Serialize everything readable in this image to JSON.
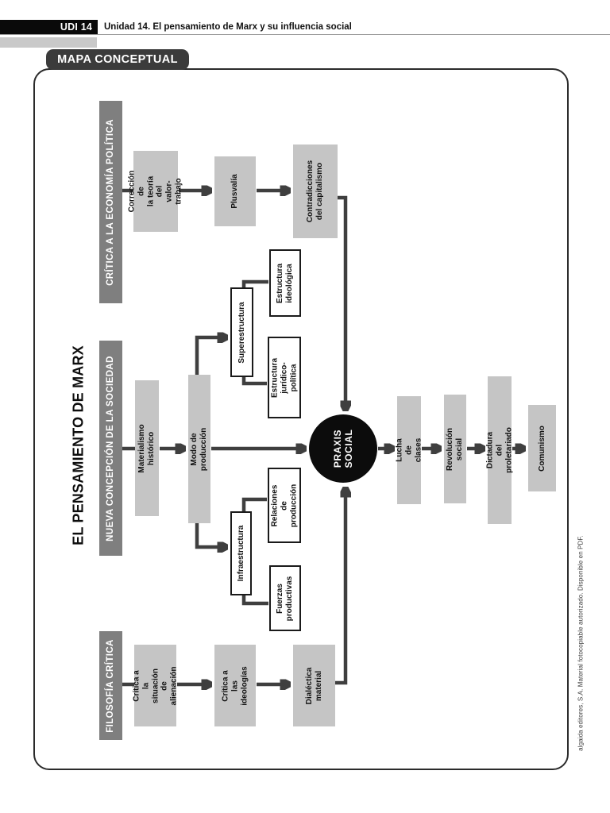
{
  "page": {
    "header": {
      "udi_label": "UDI 14",
      "title": "Unidad 14. El pensamiento de Marx y su influencia social"
    },
    "section_label": "MAPA CONCEPTUAL",
    "side_caption": "algaida editores, S.A. Material fotocopiable autorizado. Disponible en PDF."
  },
  "map": {
    "title": "EL PENSAMIENTO DE MARX",
    "headers": {
      "economia": "CRÍTICA A LA ECONOMÍA POLÍTICA",
      "sociedad": "NUEVA CONCEPCIÓN DE LA SOCIEDAD",
      "filosofia": "FILOSOFÍA CRÍTICA"
    },
    "nodes": {
      "correccion": "Corrección de\nla teoría del\nvalor-trabajo",
      "plusvalia": "Plusvalía",
      "contradicciones": "Contradicciones\ndel capitalismo",
      "materialismo": "Materialismo histórico",
      "modo": "Modo de producción",
      "superestructura": "Superestructura",
      "estructura_ideologica": "Estructura\nideológica",
      "estructura_juridico": "Estructura\njurídico-política",
      "infraestructura": "Infraestructura",
      "relaciones": "Relaciones de\nproducción",
      "fuerzas": "Fuerzas\nproductivas",
      "praxis": "PRAXIS\nSOCIAL",
      "lucha": "Lucha de clases",
      "revolucion": "Revolución social",
      "dictadura": "Dictadura del proletariado",
      "comunismo": "Comunismo",
      "critica_situacion": "Crítica a la\nsituación de\nalienación",
      "critica_ideologias": "Crítica a las\nideologías",
      "dialectica": "Dialéctica\nmaterial"
    },
    "colors": {
      "header_bar": "#0a0a0a",
      "section_box": "#3b3b3b",
      "strip": "#c9c9c9",
      "bar": "#7f7f7f",
      "box": "#c5c5c5",
      "line": "#3f3f3f",
      "circle": "#0c0c0c"
    }
  }
}
